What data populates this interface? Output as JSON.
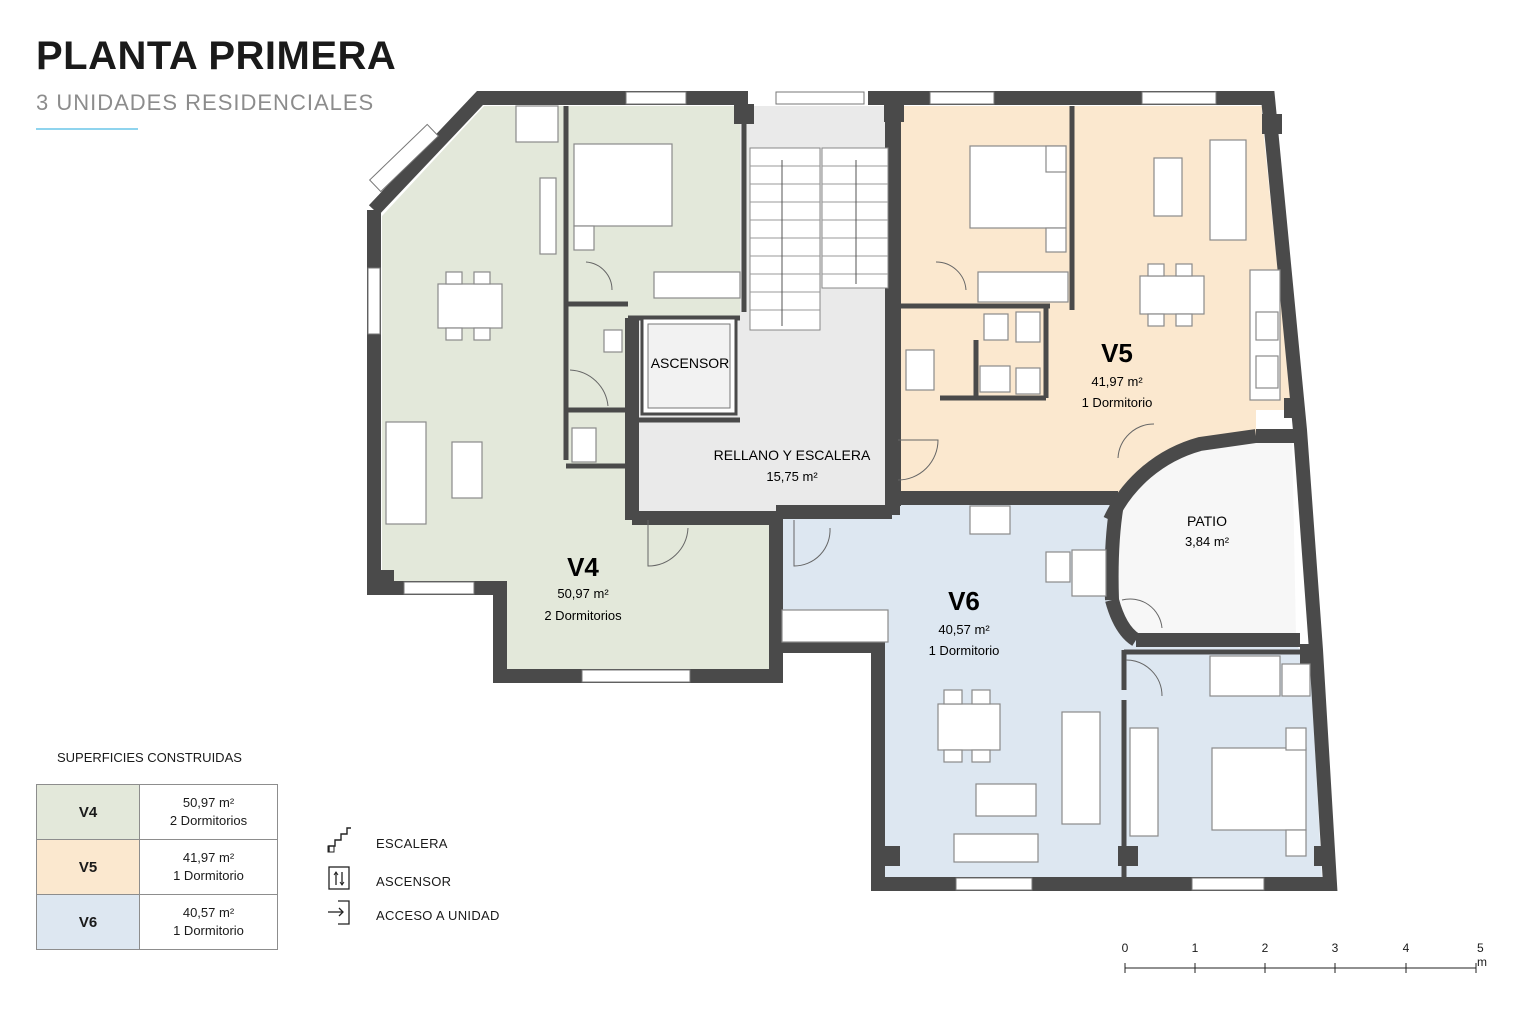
{
  "header": {
    "title": "PLANTA PRIMERA",
    "subtitle": "3 UNIDADES RESIDENCIALES"
  },
  "colors": {
    "wall": "#4a4a4a",
    "v4": "#e3e8da",
    "v5": "#fbe8cf",
    "v6": "#dde7f1",
    "common": "#eaeaea",
    "patio": "#f7f7f7",
    "accent_rule": "#8fd4ee"
  },
  "plan": {
    "units": [
      {
        "id": "V4",
        "area": "50,97 m²",
        "rooms": "2 Dormitorios"
      },
      {
        "id": "V5",
        "area": "41,97 m²",
        "rooms": "1 Dormitorio"
      },
      {
        "id": "V6",
        "area": "40,57 m²",
        "rooms": "1 Dormitorio"
      }
    ],
    "common": {
      "elevator": "ASCENSOR",
      "landing": "RELLANO Y ESCALERA",
      "landing_area": "15,75 m²",
      "patio": "PATIO",
      "patio_area": "3,84 m²"
    }
  },
  "legend": {
    "title": "SUPERFICIES CONSTRUIDAS",
    "rows": [
      {
        "unit": "V4",
        "area": "50,97 m²",
        "rooms": "2 Dormitorios"
      },
      {
        "unit": "V5",
        "area": "41,97 m²",
        "rooms": "1 Dormitorio"
      },
      {
        "unit": "V6",
        "area": "40,57 m²",
        "rooms": "1 Dormitorio"
      }
    ]
  },
  "symbols": [
    {
      "icon": "stairs-icon",
      "label": "ESCALERA"
    },
    {
      "icon": "elevator-icon",
      "label": "ASCENSOR"
    },
    {
      "icon": "entry-arrow-icon",
      "label": "ACCESO A UNIDAD"
    }
  ],
  "scale": {
    "ticks": [
      "0",
      "1",
      "2",
      "3",
      "4",
      "5 m"
    ]
  }
}
